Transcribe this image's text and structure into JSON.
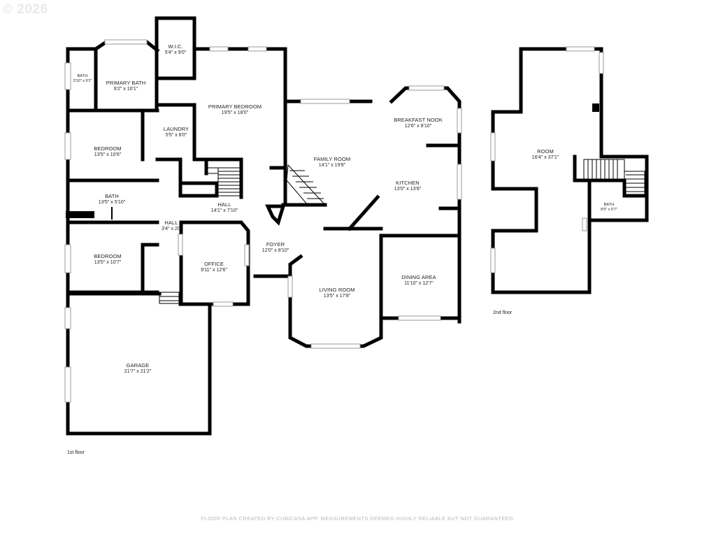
{
  "copyright": "© 2026",
  "footer": "FLOOR PLAN CREATED BY CUBICASA APP. MEASUREMENTS DEEMED HIGHLY RELIABLE BUT NOT GUARANTEED.",
  "floors": {
    "first": "1st floor",
    "second": "2nd floor"
  },
  "rooms": {
    "bath1": {
      "name": "BATH",
      "dim": "3'10\" x 9'2\""
    },
    "primary_bath": {
      "name": "PRIMARY BATH",
      "dim": "9'2\" x 10'1\""
    },
    "wic": {
      "name": "W.I.C.",
      "dim": "5'4\" x 9'0\""
    },
    "primary_bedroom": {
      "name": "PRIMARY BEDROOM",
      "dim": "19'5\" x 18'0\""
    },
    "laundry": {
      "name": "LAUNDRY",
      "dim": "5'5\" x 8'0\""
    },
    "bedroom1": {
      "name": "BEDROOM",
      "dim": "13'5\" x 10'6\""
    },
    "bath2": {
      "name": "BATH",
      "dim": "13'5\" x 5'10\""
    },
    "hall_left": {
      "name": "HALL",
      "dim": "3'4\" x 20'"
    },
    "bedroom2": {
      "name": "BEDROOM",
      "dim": "13'5\" x 10'7\""
    },
    "hall_mid": {
      "name": "HALL",
      "dim": "14'1\" x 7'10\""
    },
    "office": {
      "name": "OFFICE",
      "dim": "9'11\" x 12'6\""
    },
    "foyer": {
      "name": "FOYER",
      "dim": "12'0\" x 8'10\""
    },
    "family_room": {
      "name": "FAMILY ROOM",
      "dim": "14'1\" x 19'8\""
    },
    "breakfast_nook": {
      "name": "BREAKFAST NOOK",
      "dim": "12'6\" x 8'10\""
    },
    "kitchen": {
      "name": "KITCHEN",
      "dim": "13'0\" x 13'8\""
    },
    "living_room": {
      "name": "LIVING ROOM",
      "dim": "13'5\" x 17'8\""
    },
    "dining_area": {
      "name": "DINING AREA",
      "dim": "11'10\" x 12'7\""
    },
    "garage": {
      "name": "GARAGE",
      "dim": "21'7\" x 21'2\""
    },
    "room": {
      "name": "ROOM",
      "dim": "16'4\" x 37'1\""
    },
    "bath3": {
      "name": "BATH",
      "dim": "8'9\" x 5'7\""
    }
  }
}
